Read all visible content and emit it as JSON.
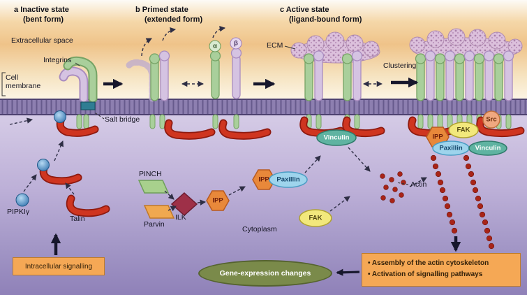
{
  "figure": {
    "panels": [
      {
        "letter": "a",
        "title": "Inactive state",
        "subtitle": "(bent form)"
      },
      {
        "letter": "b",
        "title": "Primed state",
        "subtitle": "(extended form)"
      },
      {
        "letter": "c",
        "title": "Active state",
        "subtitle": "(ligand-bound form)"
      }
    ],
    "labels": {
      "extracellular_space": "Extracellular space",
      "integrins": "Integrins",
      "cell_membrane": "Cell\nmembrane",
      "salt_bridge": "Salt bridge",
      "ecm": "ECM",
      "alpha": "α",
      "beta": "β",
      "clustering": "Clustering",
      "pipki": "PIPKIγ",
      "talin": "Talin",
      "pinch": "PINCH",
      "parvin": "Parvin",
      "ilk": "ILK",
      "ipp": "IPP",
      "paxillin": "Paxillin",
      "vinculin": "Vinculin",
      "fak": "FAK",
      "src": "Src",
      "actin": "Actin",
      "cytoplasm": "Cytoplasm"
    },
    "callouts": {
      "intracellular_signalling": "Intracellular signalling",
      "gene_expression_changes": "Gene-expression changes",
      "outcomes": [
        "• Assembly of the actin cytoskeleton",
        "• Activation of signalling pathways"
      ]
    },
    "colors": {
      "extracellular_orange": "#efc389",
      "membrane_purple": "#7b6b9e",
      "cytoplasm_purple": "#9386bd",
      "talin_red": "#cf3520",
      "integrin_green": "#a9cf9b",
      "integrin_purple": "#d5c3e2",
      "sphere_blue": "#4a8cc2",
      "ipp_orange": "#e8883a",
      "paxillin_blue": "#9ed4ec",
      "vinculin_teal": "#5fb3a1",
      "fak_yellow": "#f2e87c",
      "src_salmon": "#f0a880",
      "callout_orange": "#f5a855",
      "gene_green": "#7a8a4a",
      "ecm_purple": "#dcc0dc",
      "actin_dark_red": "#a82418"
    }
  }
}
